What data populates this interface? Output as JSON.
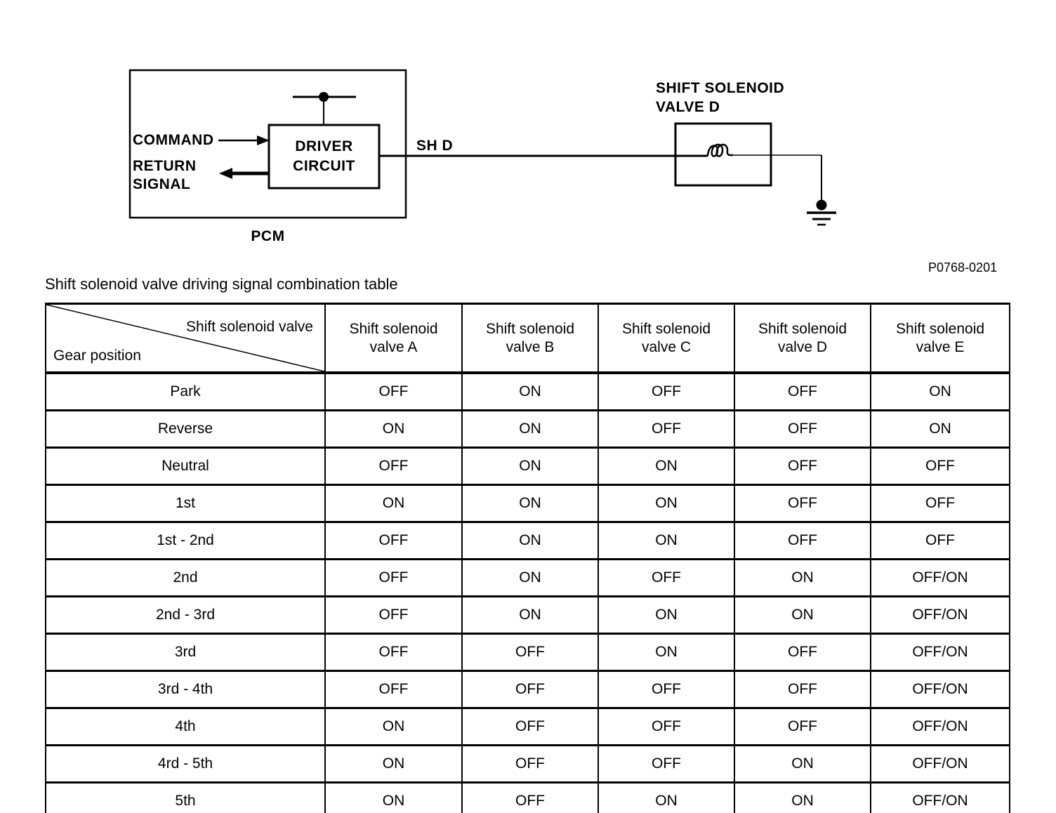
{
  "colors": {
    "ink": "#000000",
    "background": "#ffffff"
  },
  "diagram": {
    "command_label": "COMMAND",
    "return_signal_line1": "RETURN",
    "return_signal_line2": "SIGNAL",
    "driver_circuit_line1": "DRIVER",
    "driver_circuit_line2": "CIRCUIT",
    "pcm_label": "PCM",
    "wire_label": "SH D",
    "solenoid_label_line1": "SHIFT SOLENOID",
    "solenoid_label_line2": "VALVE D",
    "icons": {
      "coil": "inductor-coil-icon",
      "ground": "ground-icon",
      "junction": "junction-dot-icon"
    }
  },
  "figure_ref": "P0768-0201",
  "table": {
    "title": "Shift solenoid valve driving signal combination table",
    "corner": {
      "top_right": "Shift solenoid valve",
      "bottom_left": "Gear position"
    },
    "columns": [
      {
        "line1": "Shift solenoid",
        "line2": "valve A"
      },
      {
        "line1": "Shift solenoid",
        "line2": "valve B"
      },
      {
        "line1": "Shift solenoid",
        "line2": "valve C"
      },
      {
        "line1": "Shift solenoid",
        "line2": "valve D"
      },
      {
        "line1": "Shift solenoid",
        "line2": "valve E"
      }
    ],
    "rows": [
      {
        "gear": "Park",
        "values": [
          "OFF",
          "ON",
          "OFF",
          "OFF",
          "ON"
        ]
      },
      {
        "gear": "Reverse",
        "values": [
          "ON",
          "ON",
          "OFF",
          "OFF",
          "ON"
        ]
      },
      {
        "gear": "Neutral",
        "values": [
          "OFF",
          "ON",
          "ON",
          "OFF",
          "OFF"
        ]
      },
      {
        "gear": "1st",
        "values": [
          "ON",
          "ON",
          "ON",
          "OFF",
          "OFF"
        ]
      },
      {
        "gear": "1st - 2nd",
        "values": [
          "OFF",
          "ON",
          "ON",
          "OFF",
          "OFF"
        ]
      },
      {
        "gear": "2nd",
        "values": [
          "OFF",
          "ON",
          "OFF",
          "ON",
          "OFF/ON"
        ]
      },
      {
        "gear": "2nd - 3rd",
        "values": [
          "OFF",
          "ON",
          "ON",
          "ON",
          "OFF/ON"
        ]
      },
      {
        "gear": "3rd",
        "values": [
          "OFF",
          "OFF",
          "ON",
          "OFF",
          "OFF/ON"
        ]
      },
      {
        "gear": "3rd - 4th",
        "values": [
          "OFF",
          "OFF",
          "OFF",
          "OFF",
          "OFF/ON"
        ]
      },
      {
        "gear": "4th",
        "values": [
          "ON",
          "OFF",
          "OFF",
          "OFF",
          "OFF/ON"
        ]
      },
      {
        "gear": "4rd - 5th",
        "values": [
          "ON",
          "OFF",
          "OFF",
          "ON",
          "OFF/ON"
        ]
      },
      {
        "gear": "5th",
        "values": [
          "ON",
          "OFF",
          "ON",
          "ON",
          "OFF/ON"
        ]
      }
    ]
  }
}
